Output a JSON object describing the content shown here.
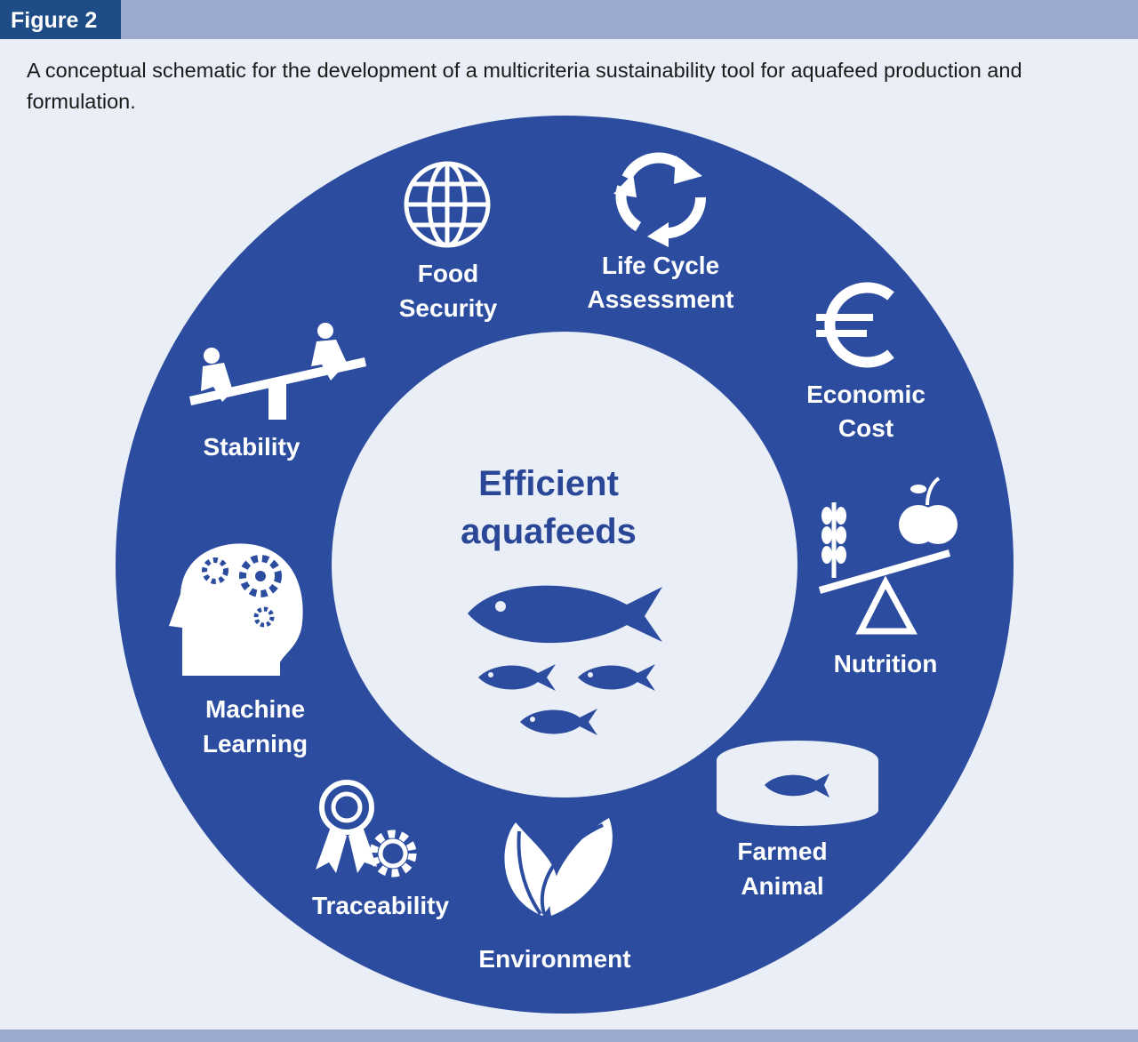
{
  "figure_label": "Figure 2",
  "caption": "A conceptual schematic for the development of a multicriteria sustainability tool for aquafeed production and formulation.",
  "colors": {
    "ring": "#2c4d9f",
    "center": "#e9eef7",
    "header_bar": "#9aa9cd",
    "figure_tab": "#1d4c86",
    "center_text": "#2a4697"
  },
  "center": {
    "line1": "Efficient",
    "line2": "aquafeeds",
    "icon": "fish-school-icon"
  },
  "criteria": [
    {
      "id": "food-security",
      "line1": "Food",
      "line2": "Security",
      "icon": "globe-icon"
    },
    {
      "id": "life-cycle",
      "line1": "Life Cycle",
      "line2": "Assessment",
      "icon": "recycle-arrows-icon"
    },
    {
      "id": "economic-cost",
      "line1": "Economic",
      "line2": "Cost",
      "icon": "euro-icon"
    },
    {
      "id": "nutrition",
      "line1": "Nutrition",
      "line2": "",
      "icon": "balance-scale-icon"
    },
    {
      "id": "farmed-animal",
      "line1": "Farmed",
      "line2": "Animal",
      "icon": "fish-tank-icon"
    },
    {
      "id": "environment",
      "line1": "Environment",
      "line2": "",
      "icon": "leaf-icon"
    },
    {
      "id": "traceability",
      "line1": "Traceability",
      "line2": "",
      "icon": "ribbon-gear-icon"
    },
    {
      "id": "machine-learning",
      "line1": "Machine",
      "line2": "Learning",
      "icon": "head-gears-icon"
    },
    {
      "id": "stability",
      "line1": "Stability",
      "line2": "",
      "icon": "seesaw-icon"
    }
  ]
}
